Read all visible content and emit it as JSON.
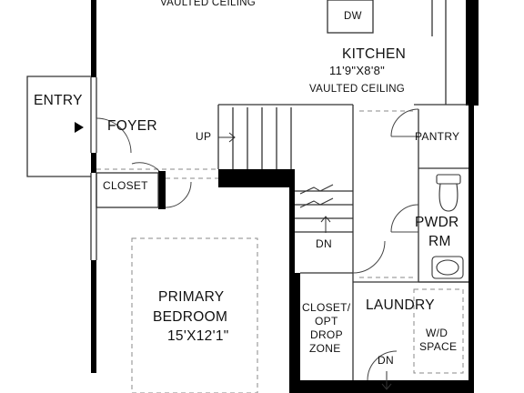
{
  "rooms": {
    "vaulted_top": "VAULTED CEILING",
    "dw": "DW",
    "kitchen": {
      "name": "KITCHEN",
      "dims": "11'9\"X8'8\"",
      "ceiling": "VAULTED CEILING"
    },
    "entry": "ENTRY",
    "foyer": "FOYER",
    "up": "UP",
    "pantry": "PANTRY",
    "closet": "CLOSET",
    "pwdr": {
      "line1": "PWDR",
      "line2": "RM"
    },
    "dn_stair": "DN",
    "primary_bedroom": {
      "line1": "PRIMARY",
      "line2": "BEDROOM",
      "dims": "15'X12'1\""
    },
    "closet_drop": {
      "line1": "CLOSET/",
      "line2": "OPT",
      "line3": "DROP",
      "line4": "ZONE"
    },
    "laundry": "LAUNDRY",
    "wd": {
      "line1": "W/D",
      "line2": "SPACE"
    },
    "dn_bottom": "DN"
  },
  "colors": {
    "wall": "#000000",
    "thin_line": "#333333",
    "dashed": "#888888",
    "text": "#111111"
  }
}
